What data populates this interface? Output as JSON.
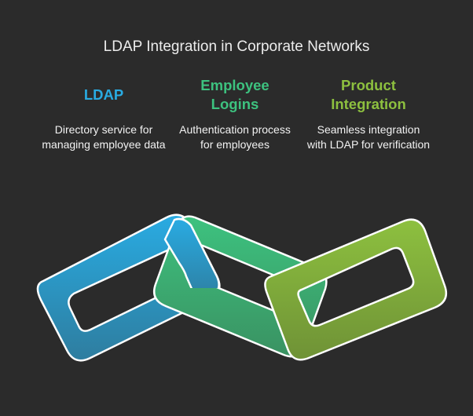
{
  "title": "LDAP Integration in Corporate Networks",
  "columns": [
    {
      "heading": "LDAP",
      "description": "Directory service for managing employee data",
      "color": "#29abe2"
    },
    {
      "heading": "Employee Logins",
      "description": "Authentication process for employees",
      "color": "#3dc27f"
    },
    {
      "heading": "Product Integration",
      "description": "Seamless integration with LDAP for verification",
      "color": "#8dc03f"
    }
  ],
  "links": [
    {
      "name": "LDAP",
      "color_top": "#29abe2",
      "color_bottom": "#2e7d9f"
    },
    {
      "name": "Employee Logins",
      "color_top": "#3dc27f",
      "color_bottom": "#3a9262"
    },
    {
      "name": "Product Integration",
      "color_top": "#8dc03f",
      "color_bottom": "#6f9236"
    }
  ]
}
